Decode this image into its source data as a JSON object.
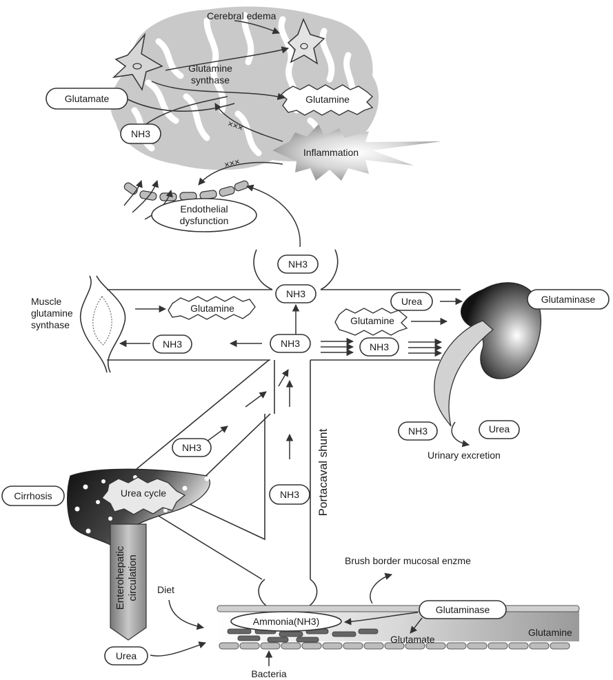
{
  "labels": {
    "cerebral_edema": "Cerebral edema",
    "glutamine_synthase": [
      "Glutamine",
      "synthase"
    ],
    "glutamate_brain": "Glutamate",
    "glutamine_brain": "Glutamine",
    "nh3_brain": "NH3",
    "inflammation": "Inflammation",
    "endothelial": [
      "Endothelial",
      "dysfunction"
    ],
    "nh3_top": "NH3",
    "nh3_center": "NH3",
    "muscle_gs": [
      "Muscle",
      "glutamine",
      "synthase"
    ],
    "glutamine_muscle": "Glutamine",
    "nh3_muscle": "NH3",
    "nh3_mid": "NH3",
    "urea_kidney": "Urea",
    "glutaminase_kidney": "Glutaminase",
    "glutamine_kidney": "Glutamine",
    "nh3_kidney": "NH3",
    "nh3_urine": "NH3",
    "urea_urine": "Urea",
    "urinary_excretion": "Urinary excretion",
    "nh3_portal": "NH3",
    "nh3_shunt": "NH3",
    "portacaval_shunt": "Portacaval shunt",
    "cirrhosis": "Cirrhosis",
    "urea_cycle": "Urea cycle",
    "enterohepatic": [
      "Enterohepatic",
      "circulation"
    ],
    "diet": "Diet",
    "brush_border": "Brush border mucosal enzme",
    "glutaminase_gut": "Glutaminase",
    "ammonia_gut": "Ammonia(NH3)",
    "glutamate_gut": "Glutamate",
    "glutamine_gut": "Glutamine",
    "urea_gut": "Urea",
    "bacteria": "Bacteria",
    "inhibition_marks": "×××"
  }
}
